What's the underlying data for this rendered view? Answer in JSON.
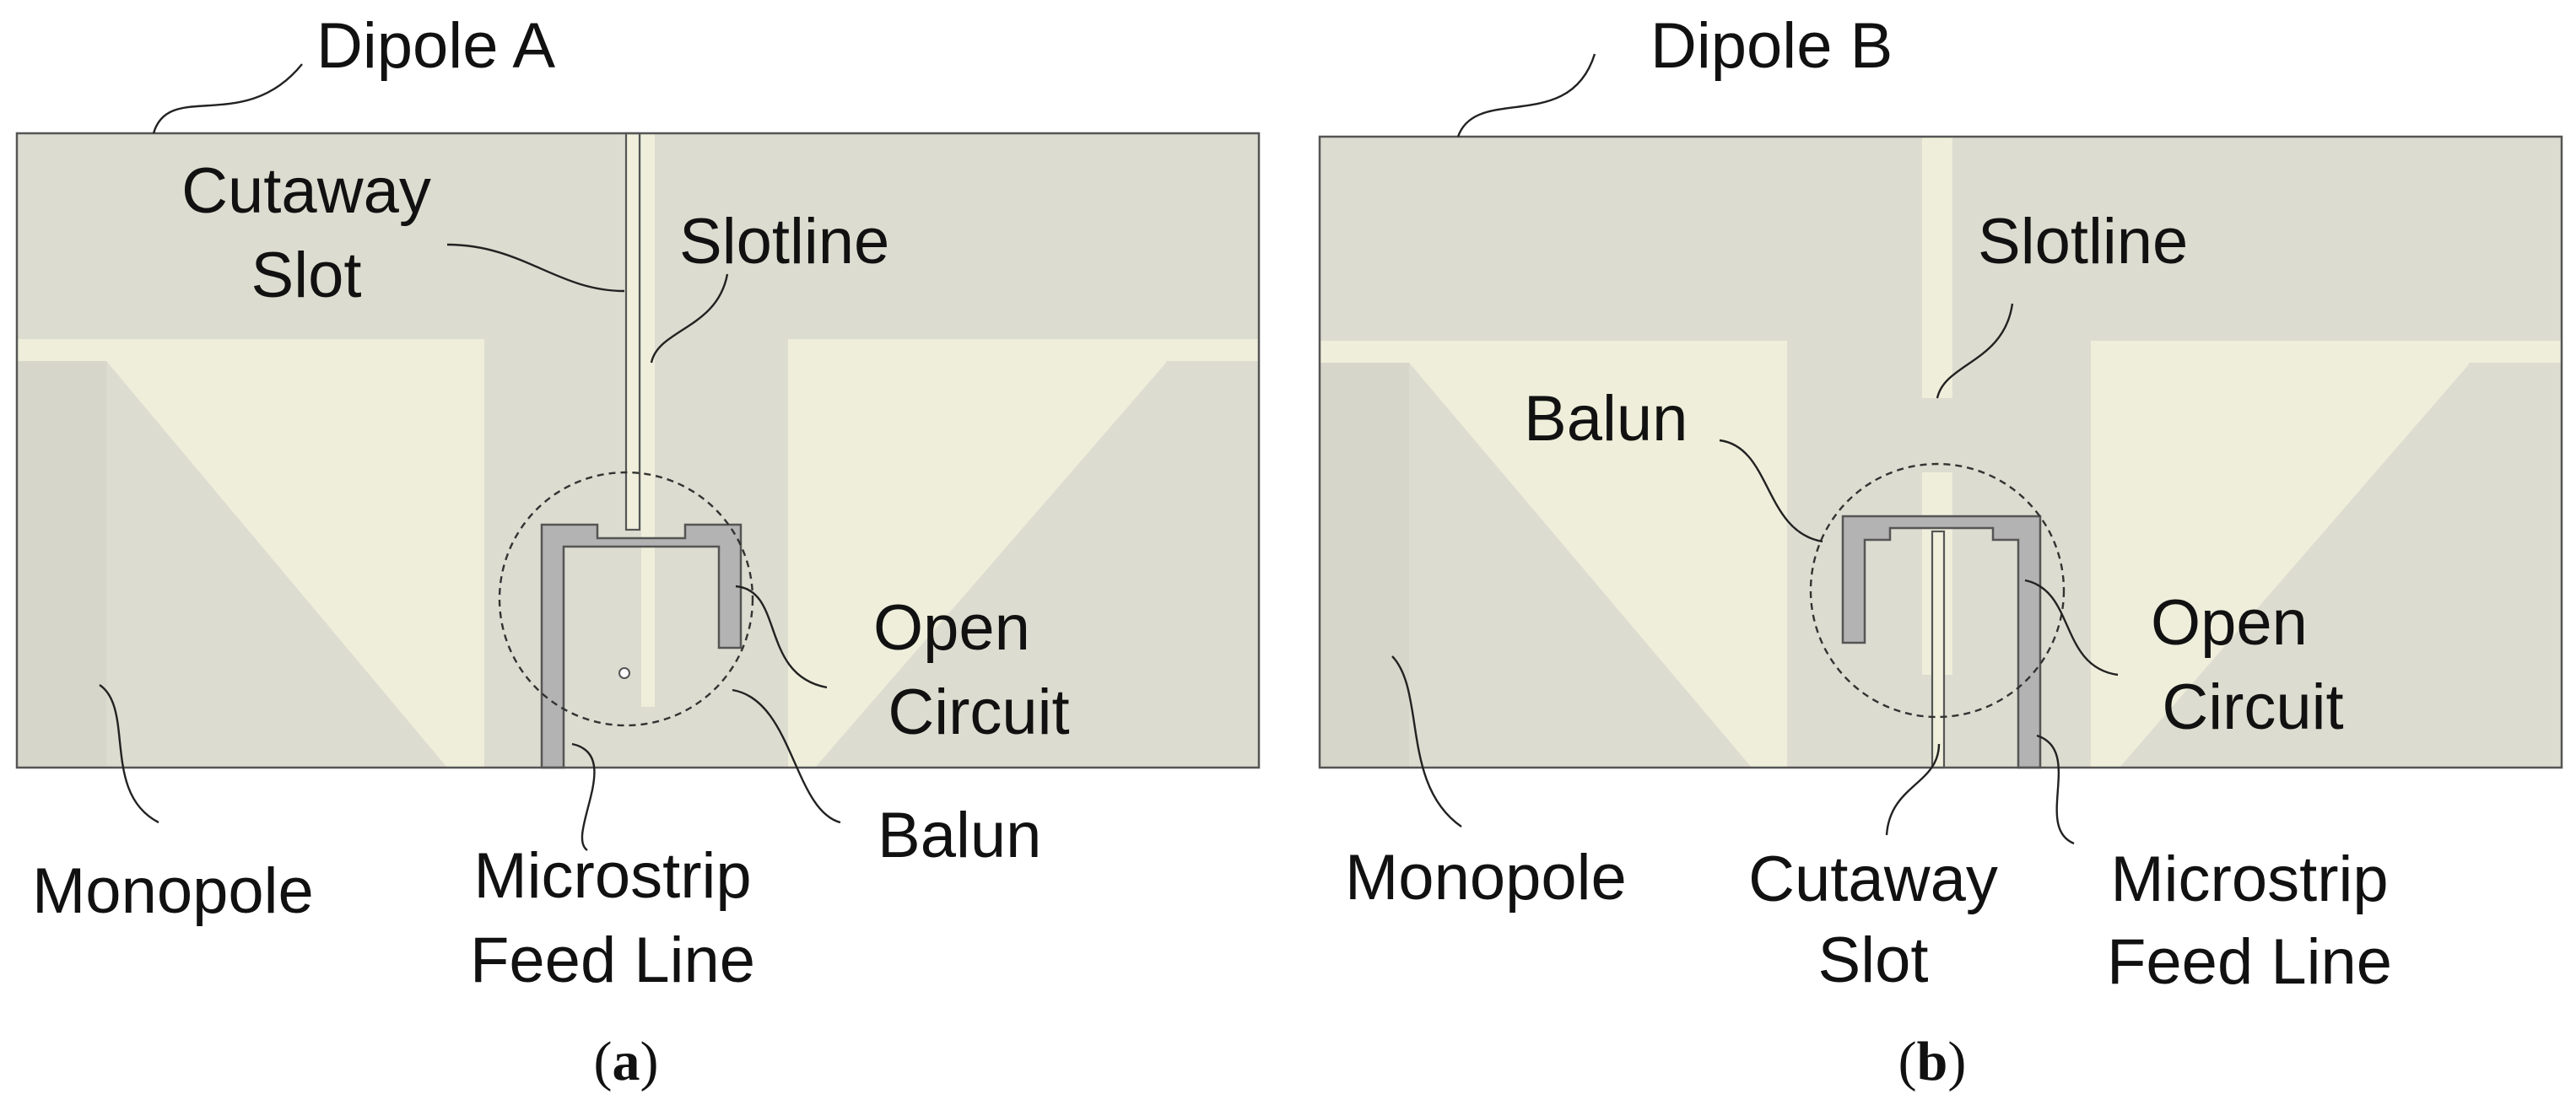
{
  "colors": {
    "board": "#dcdcd0",
    "slot_and_gap": "#eeeedb",
    "metal_trace": "#b3b3b3",
    "outline": "#555555",
    "text": "#111111"
  },
  "panel_a": {
    "labels": {
      "dipole": "Dipole A",
      "cutaway_slot_line1": "Cutaway",
      "cutaway_slot_line2": "Slot",
      "slotline": "Slotline",
      "open_circuit_line1": "Open",
      "open_circuit_line2": "Circuit",
      "balun": "Balun",
      "monopole": "Monopole",
      "feed_line1": "Microstrip",
      "feed_line2": "Feed Line"
    },
    "caption": {
      "open": "(",
      "letter": "a",
      "close": ")"
    }
  },
  "panel_b": {
    "labels": {
      "dipole": "Dipole B",
      "slotline": "Slotline",
      "balun": "Balun",
      "open_circuit_line1": "Open",
      "open_circuit_line2": "Circuit",
      "monopole": "Monopole",
      "cutaway_slot_line1": "Cutaway",
      "cutaway_slot_line2": "Slot",
      "feed_line1": "Microstrip",
      "feed_line2": "Feed Line"
    },
    "caption": {
      "open": "(",
      "letter": "b",
      "close": ")"
    }
  }
}
